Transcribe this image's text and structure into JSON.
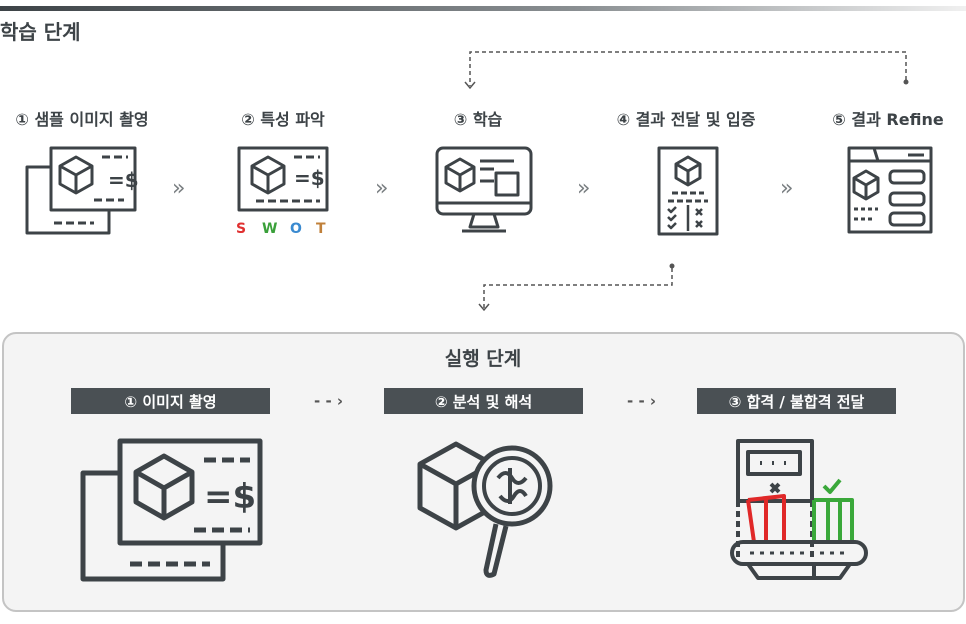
{
  "learning": {
    "title": "학습 단계",
    "steps": [
      {
        "label": "① 샘플 이미지 촬영",
        "icon": "image-capture-icon"
      },
      {
        "label": "② 특성 파악",
        "icon": "swot-analysis-icon",
        "swot": [
          "S",
          "W",
          "O",
          "T"
        ]
      },
      {
        "label": "③ 학습",
        "icon": "monitor-icon"
      },
      {
        "label": "④ 결과 전달 및 입증",
        "icon": "checklist-document-icon"
      },
      {
        "label": "⑤ 결과 Refine",
        "icon": "browser-window-icon"
      }
    ],
    "separator": "»"
  },
  "execution": {
    "title": "실행 단계",
    "steps": [
      {
        "label": "① 이미지 촬영",
        "icon": "image-capture-icon"
      },
      {
        "label": "② 분석 및 해석",
        "icon": "magnifier-analysis-icon"
      },
      {
        "label": "③ 합격 / 불합격 전달",
        "icon": "conveyor-sorting-icon"
      }
    ],
    "arrow": "- - ›"
  },
  "colors": {
    "dark": "#3d4347",
    "label_bg": "#4a5054",
    "panel_bg": "#f4f4f4",
    "S": "#e03030",
    "W": "#3aa03a",
    "O": "#3a8ad0",
    "T": "#c0803a",
    "reject": "#e02828",
    "accept": "#3aa83a"
  }
}
